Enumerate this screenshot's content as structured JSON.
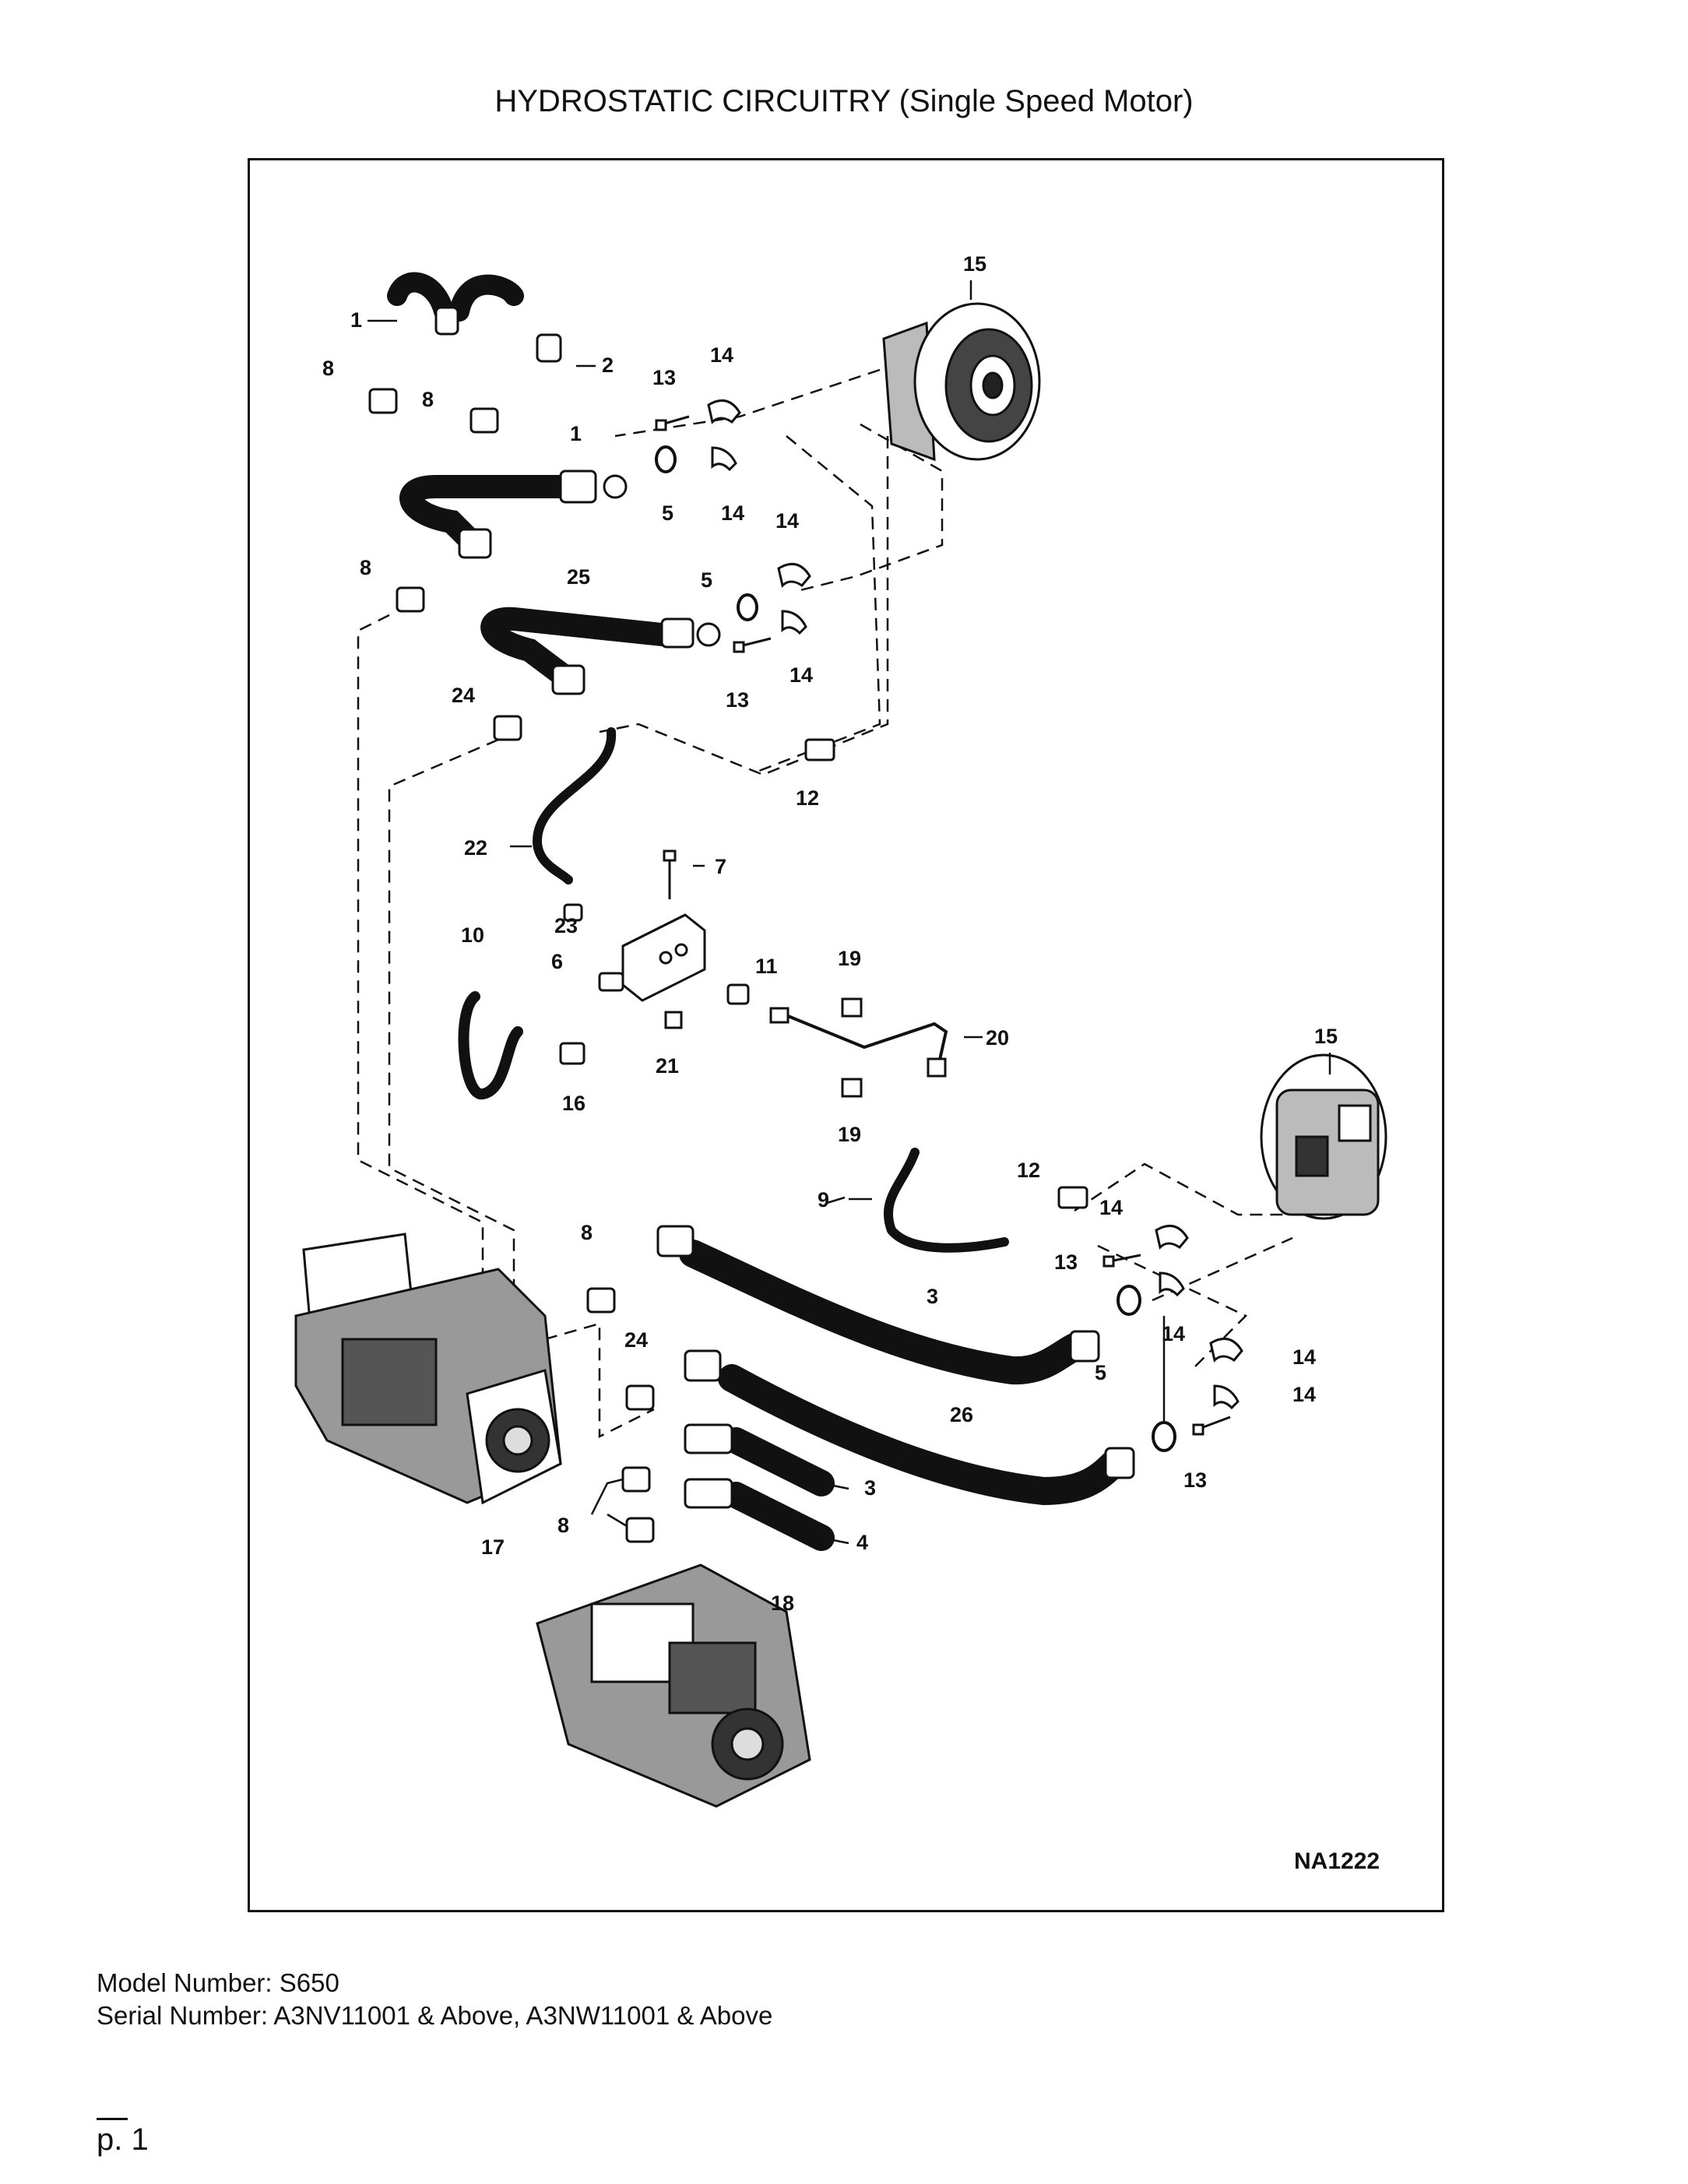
{
  "title": "HYDROSTATIC CIRCUITRY (Single Speed Motor)",
  "figure_code": "NA1222",
  "footer": {
    "model_line": "Model Number: S650",
    "serial_line": "Serial Number: A3NV11001 & Above, A3NW11001 & Above"
  },
  "page_number": "p. 1",
  "callouts": [
    {
      "id": "c15a",
      "label": "15"
    },
    {
      "id": "c1a",
      "label": "1"
    },
    {
      "id": "c2",
      "label": "2"
    },
    {
      "id": "c8a",
      "label": "8"
    },
    {
      "id": "c8b",
      "label": "8"
    },
    {
      "id": "c13a",
      "label": "13"
    },
    {
      "id": "c14a",
      "label": "14"
    },
    {
      "id": "c1b",
      "label": "1"
    },
    {
      "id": "c5a",
      "label": "5"
    },
    {
      "id": "c14b",
      "label": "14"
    },
    {
      "id": "c14c",
      "label": "14"
    },
    {
      "id": "c8c",
      "label": "8"
    },
    {
      "id": "c25",
      "label": "25"
    },
    {
      "id": "c5b",
      "label": "5"
    },
    {
      "id": "c14d",
      "label": "14"
    },
    {
      "id": "c13b",
      "label": "13"
    },
    {
      "id": "c24a",
      "label": "24"
    },
    {
      "id": "c12a",
      "label": "12"
    },
    {
      "id": "c22",
      "label": "22"
    },
    {
      "id": "c7",
      "label": "7"
    },
    {
      "id": "c23",
      "label": "23"
    },
    {
      "id": "c10",
      "label": "10"
    },
    {
      "id": "c6",
      "label": "6"
    },
    {
      "id": "c11",
      "label": "11"
    },
    {
      "id": "c19a",
      "label": "19"
    },
    {
      "id": "c21",
      "label": "21"
    },
    {
      "id": "c20",
      "label": "20"
    },
    {
      "id": "c16",
      "label": "16"
    },
    {
      "id": "c19b",
      "label": "19"
    },
    {
      "id": "c15b",
      "label": "15"
    },
    {
      "id": "c12b",
      "label": "12"
    },
    {
      "id": "c9",
      "label": "9"
    },
    {
      "id": "c14e",
      "label": "14"
    },
    {
      "id": "c13c",
      "label": "13"
    },
    {
      "id": "c8d",
      "label": "8"
    },
    {
      "id": "c3a",
      "label": "3"
    },
    {
      "id": "c14f",
      "label": "14"
    },
    {
      "id": "c24b",
      "label": "24"
    },
    {
      "id": "c14g",
      "label": "14"
    },
    {
      "id": "c14h",
      "label": "14"
    },
    {
      "id": "c5c",
      "label": "5"
    },
    {
      "id": "c26",
      "label": "26"
    },
    {
      "id": "c13d",
      "label": "13"
    },
    {
      "id": "c3b",
      "label": "3"
    },
    {
      "id": "c8e",
      "label": "8"
    },
    {
      "id": "c4",
      "label": "4"
    },
    {
      "id": "c17",
      "label": "17"
    },
    {
      "id": "c18",
      "label": "18"
    }
  ]
}
